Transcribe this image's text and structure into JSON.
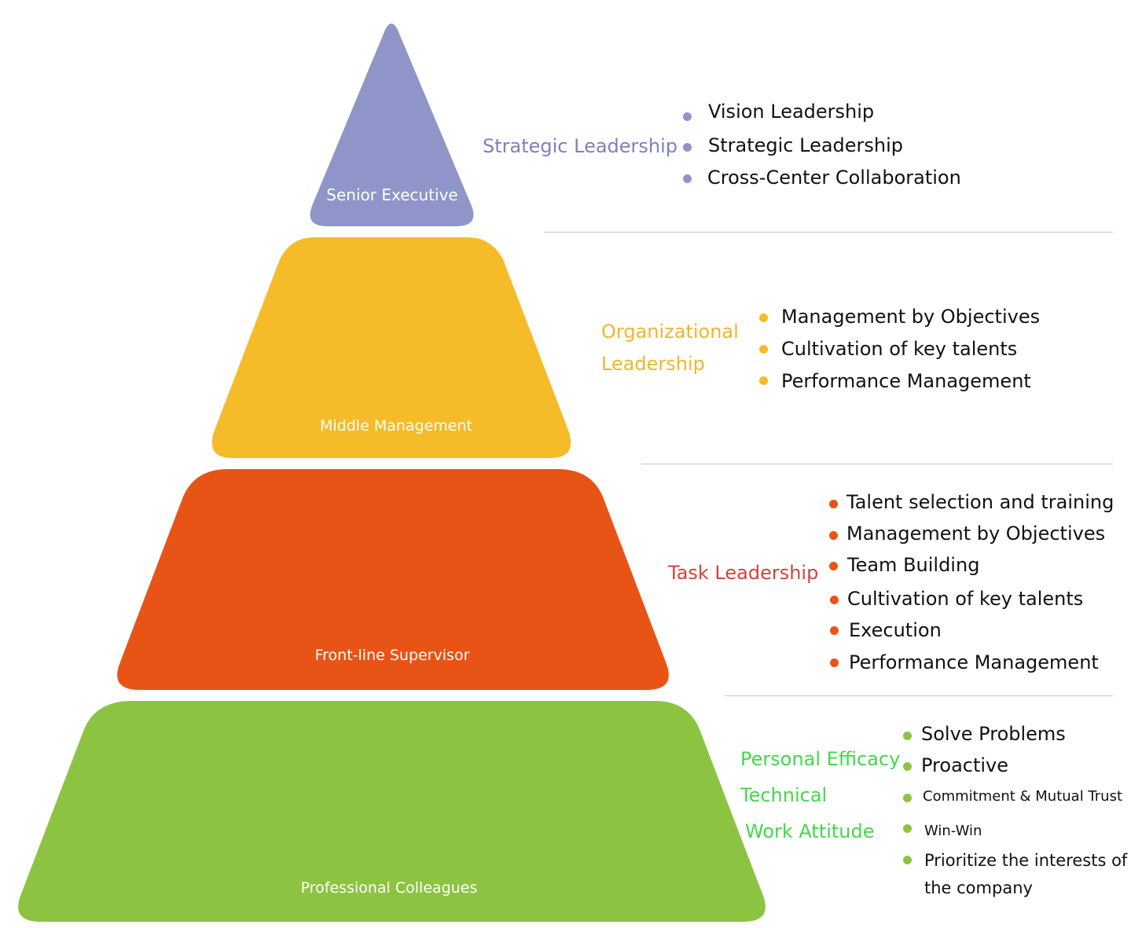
{
  "colors": {
    "senior": "#8f95c9",
    "middle": "#f6bb28",
    "frontline": "#e85415",
    "professional": "#8cc442",
    "strategic_text": "#7c80c2",
    "organizational_text": "#f2b52a",
    "task_text": "#d0443f",
    "personal_text": "#43d84a"
  },
  "tiers": [
    {
      "label": "Senior Executive",
      "category_lines": [
        "Strategic Leadership"
      ],
      "items": [
        "Vision Leadership",
        "Strategic Leadership",
        "Cross-Center Collaboration"
      ]
    },
    {
      "label": "Middle Management",
      "category_lines": [
        "Organizational",
        "Leadership"
      ],
      "items": [
        "Management by Objectives",
        "Cultivation of key talents",
        "Performance Management"
      ]
    },
    {
      "label": "Front-line Supervisor",
      "category_lines": [
        "Task Leadership"
      ],
      "items": [
        "Talent selection and training",
        "Management by Objectives",
        "Team Building",
        "Cultivation of key talents",
        "Execution",
        "Performance Management"
      ]
    },
    {
      "label": "Professional Colleagues",
      "category_lines": [
        "Personal Efficacy",
        "Technical",
        "Work Attitude"
      ],
      "items": [
        "Solve Problems",
        "Proactive",
        "Commitment & Mutual Trust",
        "Win-Win",
        "Prioritize the interests of",
        "the company"
      ]
    }
  ]
}
